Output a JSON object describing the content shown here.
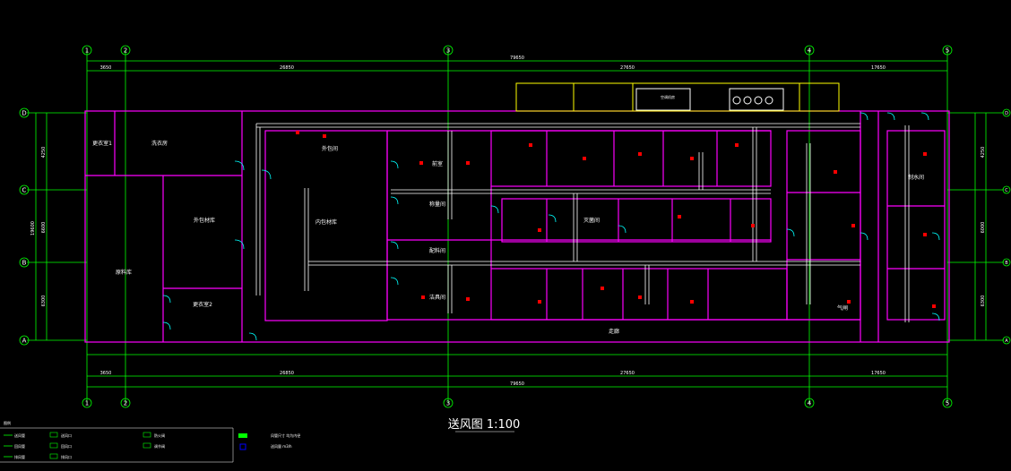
{
  "drawing": {
    "title": "送风图 1:100",
    "colors": {
      "background": "#000000",
      "wall": "#ff00ff",
      "duct": "#ffffff",
      "grid": "#00ff00",
      "door": "#00ffff",
      "marker": "#ff0000",
      "equipment": "#ffff00",
      "legend_accent": "#00ff00",
      "legend_blue": "#0000ff"
    }
  },
  "axes_x": [
    "1",
    "2",
    "3",
    "4",
    "5"
  ],
  "axes_y": [
    "D",
    "C",
    "B",
    "A"
  ],
  "dims_top": {
    "overall": "79650",
    "spans": [
      "3650",
      "26850",
      "27650",
      "17650"
    ]
  },
  "dims_bottom": {
    "overall": "79650",
    "spans": [
      "3650",
      "26850",
      "27650",
      "17650"
    ]
  },
  "dims_left": {
    "overall": "19600",
    "spans": [
      "4250",
      "6600",
      "6300"
    ]
  },
  "dims_right": {
    "spans": [
      "4250",
      "6000",
      "6300"
    ]
  },
  "rooms": [
    {
      "label": "更衣室1"
    },
    {
      "label": "洗衣房"
    },
    {
      "label": "外包材库"
    },
    {
      "label": "原料库"
    },
    {
      "label": "更衣室2"
    },
    {
      "label": "内包材库"
    },
    {
      "label": "外包间"
    },
    {
      "label": "前室"
    },
    {
      "label": "称量间"
    },
    {
      "label": "配料间"
    },
    {
      "label": "洁具间"
    },
    {
      "label": "灭菌间"
    },
    {
      "label": "气闸"
    },
    {
      "label": "走廊"
    },
    {
      "label": "制水间"
    }
  ],
  "equipment_box": {
    "label": "空调机房"
  },
  "legend": {
    "heading": "图例",
    "items": [
      "送风管",
      "回风管",
      "排风管",
      "送风口",
      "回风口",
      "排风口",
      "防火阀",
      "调节阀"
    ],
    "notes": [
      "风管尺寸 均为内径",
      "送风量 m3/h"
    ]
  }
}
